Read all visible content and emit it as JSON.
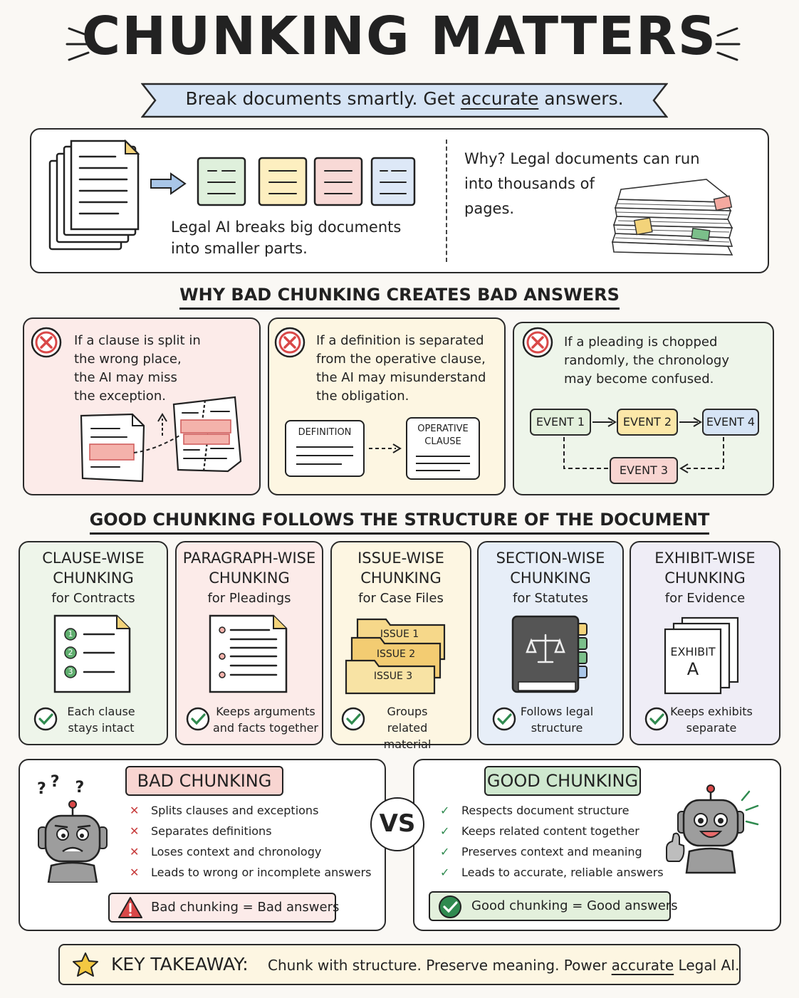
{
  "header": {
    "title": "CHUNKING MATTERS",
    "subtitle_pre": "Break documents smartly. Get ",
    "subtitle_em": "accurate",
    "subtitle_post": " answers."
  },
  "intro": {
    "left_text_1": "Legal AI breaks big documents",
    "left_text_2": "into smaller parts.",
    "right_text_1": "Why?  Legal documents can run",
    "right_text_2": "into thousands of",
    "right_text_3": "pages."
  },
  "bad_section": {
    "heading": "WHY BAD CHUNKING CREATES BAD ANSWERS",
    "cards": [
      {
        "lines": [
          "If a clause is split in",
          "the wrong place,",
          "the AI may miss",
          "the exception."
        ]
      },
      {
        "lines": [
          "If a definition is separated",
          "from the operative clause,",
          "the AI may misunderstand",
          "the obligation."
        ],
        "box_a": "DEFINITION",
        "box_b_1": "OPERATIVE",
        "box_b_2": "CLAUSE"
      },
      {
        "lines": [
          "If a pleading is chopped",
          "randomly, the chronology",
          "may become confused."
        ],
        "events": [
          "EVENT 1",
          "EVENT 2",
          "EVENT 4",
          "EVENT 3"
        ]
      }
    ]
  },
  "good_section": {
    "heading": "GOOD CHUNKING FOLLOWS THE STRUCTURE OF THE DOCUMENT",
    "cards": [
      {
        "title_1": "CLAUSE-WISE",
        "title_2": "CHUNKING",
        "sub": "for Contracts",
        "note_1": "Each clause",
        "note_2": "stays intact",
        "items": [
          "1",
          "2",
          "3"
        ]
      },
      {
        "title_1": "PARAGRAPH-WISE",
        "title_2": "CHUNKING",
        "sub": "for Pleadings",
        "note_1": "Keeps arguments",
        "note_2": "and facts together"
      },
      {
        "title_1": "ISSUE-WISE",
        "title_2": "CHUNKING",
        "sub": "for Case Files",
        "note_1": "Groups related",
        "note_2": "material",
        "folders": [
          "ISSUE 1",
          "ISSUE 2",
          "ISSUE 3"
        ]
      },
      {
        "title_1": "SECTION-WISE",
        "title_2": "CHUNKING",
        "sub": "for Statutes",
        "note_1": "Follows legal",
        "note_2": "structure"
      },
      {
        "title_1": "EXHIBIT-WISE",
        "title_2": "CHUNKING",
        "sub": "for Evidence",
        "note_1": "Keeps exhibits",
        "note_2": "separate",
        "exhibit_1": "EXHIBIT",
        "exhibit_2": "A"
      }
    ]
  },
  "compare": {
    "bad_title": "BAD CHUNKING",
    "bad_items": [
      "Splits clauses and exceptions",
      "Separates definitions",
      "Loses context and chronology",
      "Leads to wrong or incomplete answers"
    ],
    "bad_summary_a": "Bad chunking",
    "bad_summary_b": "Bad answers",
    "vs": "VS",
    "good_title": "GOOD CHUNKING",
    "good_items": [
      "Respects document structure",
      "Keeps related content together",
      "Preserves context and meaning",
      "Leads to accurate, reliable answers"
    ],
    "good_summary_a": "Good chunking",
    "good_summary_b": "Good answers",
    "eq": "=",
    "question_marks": "?",
    "cross": "✕",
    "check": "✓"
  },
  "takeaway": {
    "label": "KEY TAKEAWAY:",
    "text_pre": "Chunk with structure. Preserve meaning. Power ",
    "text_em": "accurate",
    "text_post": " Legal AI."
  },
  "colors": {
    "red_bg": "#fcebe9",
    "yellow_bg": "#fdf6e2",
    "green_bg": "#eef5ea",
    "blue_bg": "#e7eef8",
    "purple_bg": "#efedf6",
    "red": "#d94848",
    "green": "#2f8a4f"
  }
}
